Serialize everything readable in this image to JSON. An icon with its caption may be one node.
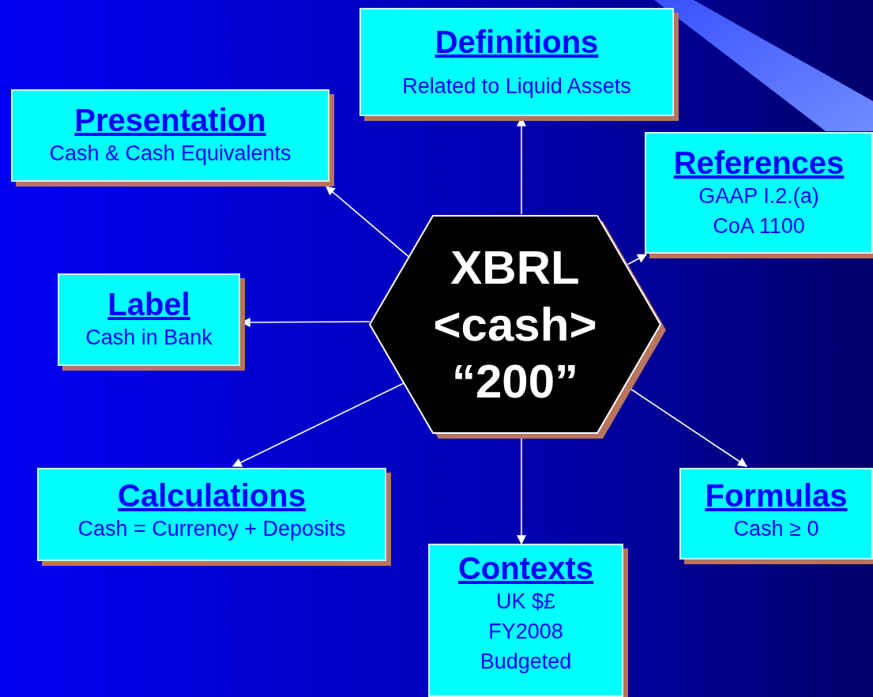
{
  "diagram": {
    "nodes": [
      {
        "text": [
          "Definitions",
          "Related to Liquid Assets"
        ]
      },
      {
        "text": [
          "Presentation",
          "Cash & Cash Equivalents"
        ]
      },
      {
        "text": [
          "References",
          "GAAP I.2.(a) CoA 1100"
        ]
      },
      {
        "text": [
          "Label",
          "Cash in Bank"
        ]
      },
      {
        "text": [
          "XBRL <cash> “200”"
        ]
      },
      {
        "text": [
          "Calculations",
          "Cash = Currency + Deposits"
        ]
      },
      {
        "text": [
          "Formulas",
          "Cash ≥ 0"
        ]
      },
      {
        "text": [
          "Contexts",
          "UK $£ FY2008 Budgeted"
        ]
      }
    ],
    "edges": [
      {
        "from": 4,
        "to": 0,
        "arrow": "to"
      },
      {
        "from": 4,
        "to": 1,
        "arrow": "to"
      },
      {
        "from": 4,
        "to": 2,
        "arrow": "to"
      },
      {
        "from": 4,
        "to": 3,
        "arrow": "to"
      },
      {
        "from": 4,
        "to": 5,
        "arrow": "to"
      },
      {
        "from": 4,
        "to": 6,
        "arrow": "to"
      },
      {
        "from": 4,
        "to": 7,
        "arrow": "to"
      }
    ]
  }
}
